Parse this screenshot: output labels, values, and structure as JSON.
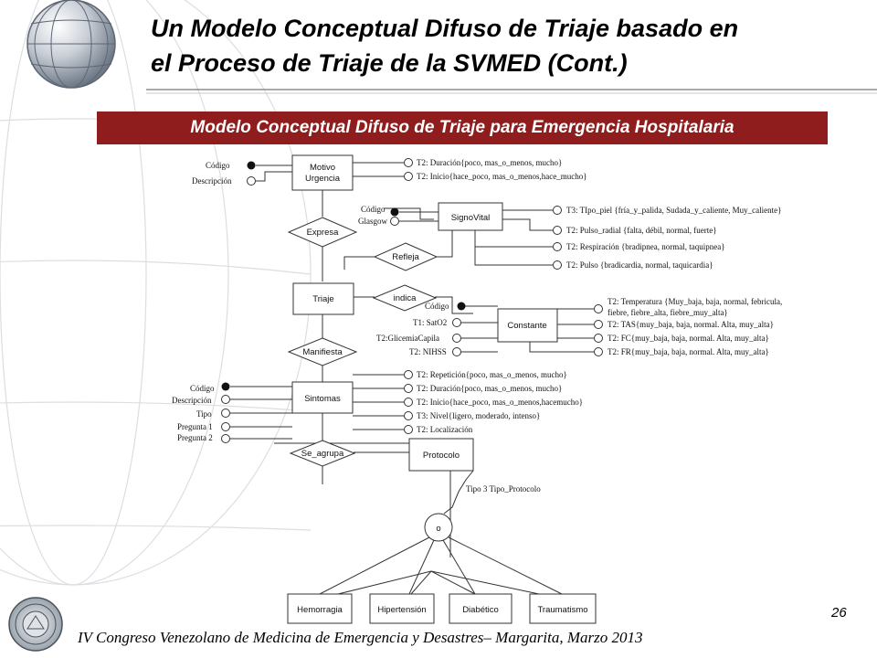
{
  "title": {
    "line1": "Un Modelo Conceptual Difuso de Triaje basado en",
    "line2": "el Proceso de Triaje de la SVMED (Cont.)"
  },
  "subtitle": "Modelo Conceptual Difuso de Triaje para Emergencia Hospitalaria",
  "page_number": "26",
  "footer": "IV Congreso Venezolano de Medicina de Emergencia y Desastres–  Margarita, Marzo 2013",
  "diagram": {
    "entities": {
      "motivo_urgencia": [
        "Motivo",
        "Urgencia"
      ],
      "signo_vital": "SignoVital",
      "triaje": "Triaje",
      "constante": "Constante",
      "sintomas": "Sintomas",
      "protocolo": "Protocolo",
      "hemorragia": "Hemorragia",
      "hipertension": "Hipertensión",
      "diabetico": "Diabético",
      "traumatismo": "Traumatismo"
    },
    "relationships": {
      "expresa": "Expresa",
      "refleja": "Refleja",
      "indica": "indica",
      "manifiesta": "Manifiesta",
      "se_agrupa": "Se_agrupa"
    },
    "specialization_label": "o",
    "specialization_type": "Tipo 3 Tipo_Protocolo",
    "motivo_attrs_left": [
      "Código",
      "Descripción"
    ],
    "motivo_attrs_right": [
      "T2: Duración{poco, mas_o_menos, mucho}",
      "T2: Inicio{hace_poco, mas_o_menos,hace_mucho}"
    ],
    "signo_attrs_left": [
      "Código",
      "Glasgow"
    ],
    "signo_attrs_right": [
      "T3: TIpo_piel {fría_y_palida, Sudada_y_caliente, Muy_caliente}",
      "T2: Pulso_radial {falta, débil, normal, fuerte}",
      "T2: Respiración {bradipnea, normal, taquipnea}",
      "T2: Pulso {bradicardia, normal, taquicardia}"
    ],
    "constante_attrs_left": [
      "Código",
      "T1: SatO2",
      "T2:GlicemiaCapila",
      "T2: NIHSS"
    ],
    "constante_attrs_right": [
      "T2: Temperatura {Muy_baja, baja, normal, febricula,",
      "fiebre, fiebre_alta, fiebre_muy_alta}",
      "T2: TAS{muy_baja, baja, normal. Alta, muy_alta}",
      "T2: FC{muy_baja, baja, normal. Alta, muy_alta}",
      "T2: FR{muy_baja, baja, normal. Alta, muy_alta}"
    ],
    "sintomas_attrs_left": [
      "Código",
      "Descripción",
      "Tipo",
      "Pregunta 1",
      "Pregunta 2"
    ],
    "sintomas_attrs_right": [
      "T2: Repetición{poco, mas_o_menos, mucho}",
      "T2: Duración{poco, mas_o_menos, mucho}",
      "T2: Inicio{hace_poco, mas_o_menos,hacemucho}",
      "T3: Nivel{ligero, moderado, intenso}",
      "T2: Localización"
    ]
  }
}
